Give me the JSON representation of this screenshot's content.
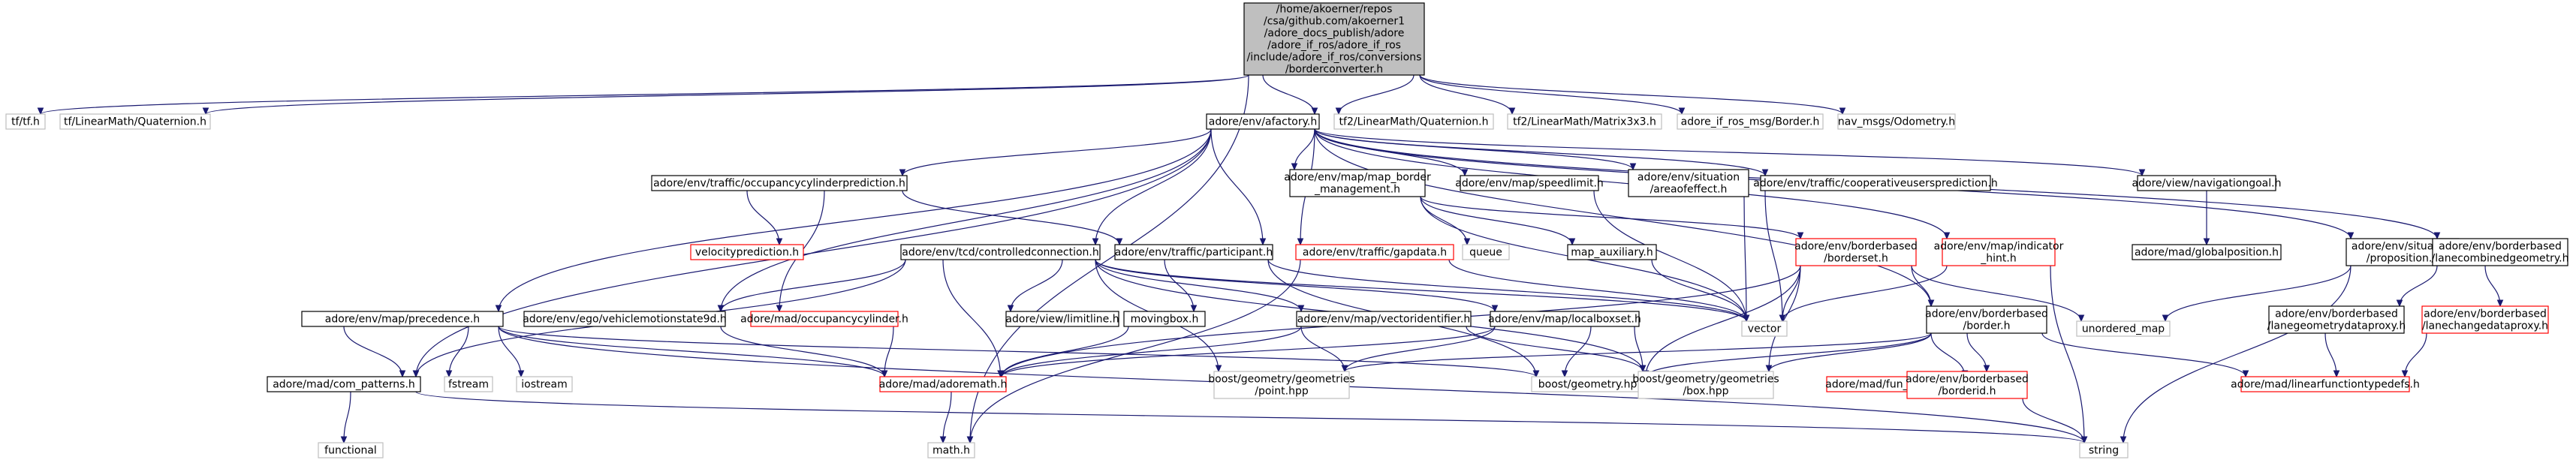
{
  "root": [
    "/home/akoerner/repos",
    "/csa/github.com/akoerner1",
    "/adore_docs_publish/adore",
    "/adore_if_ros/adore_if_ros",
    "/include/adore_if_ros/conversions",
    "/borderconverter.h"
  ],
  "nodes": {
    "tf_h": [
      "tf/tf.h"
    ],
    "tf_quat": [
      "tf/LinearMath/Quaternion.h"
    ],
    "afactory": [
      "adore/env/afactory.h"
    ],
    "tf2_quat": [
      "tf2/LinearMath/Quaternion.h"
    ],
    "tf2_mat": [
      "tf2/LinearMath/Matrix3x3.h"
    ],
    "border_msg": [
      "adore_if_ros_msg/Border.h"
    ],
    "odometry": [
      "nav_msgs/Odometry.h"
    ],
    "occ_pred": [
      "adore/env/traffic/occupancycylinderprediction.h"
    ],
    "map_border": [
      "adore/env/map/map_border",
      "_management.h"
    ],
    "speedlimit": [
      "adore/env/map/speedlimit.h"
    ],
    "areaofeffect": [
      "adore/env/situation",
      "/areaofeffect.h"
    ],
    "coop_pred": [
      "adore/env/traffic/cooperativeusersprediction.h"
    ],
    "navgoal": [
      "adore/view/navigationgoal.h"
    ],
    "velocitypred": [
      "velocityprediction.h"
    ],
    "controlledconn": [
      "adore/env/tcd/controlledconnection.h"
    ],
    "participant": [
      "adore/env/traffic/participant.h"
    ],
    "gapdata": [
      "adore/env/traffic/gapdata.h"
    ],
    "queue": [
      "queue"
    ],
    "map_auxiliary": [
      "map_auxiliary.h"
    ],
    "borderset": [
      "adore/env/borderbased",
      "/borderset.h"
    ],
    "indicator_hint": [
      "adore/env/map/indicator",
      "_hint.h"
    ],
    "globalposition": [
      "adore/mad/globalposition.h"
    ],
    "proposition": [
      "adore/env/situation",
      "/proposition.h"
    ],
    "lanecombined": [
      "adore/env/borderbased",
      "/lanecombinedgeometry.h"
    ],
    "precedence": [
      "adore/env/map/precedence.h"
    ],
    "vehiclemotion": [
      "adore/env/ego/vehiclemotionstate9d.h"
    ],
    "occcylinder": [
      "adore/mad/occupancycylinder.h"
    ],
    "limitline": [
      "adore/view/limitline.h"
    ],
    "movingbox": [
      "movingbox.h"
    ],
    "vectoridentifier": [
      "adore/env/map/vectoridentifier.h"
    ],
    "localboxset": [
      "adore/env/map/localboxset.h"
    ],
    "vector": [
      "vector"
    ],
    "border": [
      "adore/env/borderbased",
      "/border.h"
    ],
    "unordered_map": [
      "unordered_map"
    ],
    "lanegeomproxy": [
      "adore/env/borderbased",
      "/lanegeometrydataproxy.h"
    ],
    "lanechangeproxy": [
      "adore/env/borderbased",
      "/lanechangedataproxy.h"
    ],
    "com_patterns": [
      "adore/mad/com_patterns.h"
    ],
    "fstream": [
      "fstream"
    ],
    "iostream": [
      "iostream"
    ],
    "adoremath": [
      "adore/mad/adoremath.h"
    ],
    "point_hpp": [
      "boost/geometry/geometries",
      "/point.hpp"
    ],
    "geometry_hpp": [
      "boost/geometry.hpp"
    ],
    "box_hpp": [
      "boost/geometry/geometries",
      "/box.hpp"
    ],
    "fun_essentials": [
      "adore/mad/fun_essentials.h"
    ],
    "borderid": [
      "adore/env/borderbased",
      "/borderid.h"
    ],
    "linearfunc": [
      "adore/mad/linearfunctiontypedefs.h"
    ],
    "functional": [
      "functional"
    ],
    "math_h": [
      "math.h"
    ],
    "string": [
      "string"
    ]
  },
  "colors": {
    "edge": "#191970",
    "root_fill": "#bfbfbf",
    "red_border": "#ff0000",
    "grey_border": "#bfbfbf"
  }
}
